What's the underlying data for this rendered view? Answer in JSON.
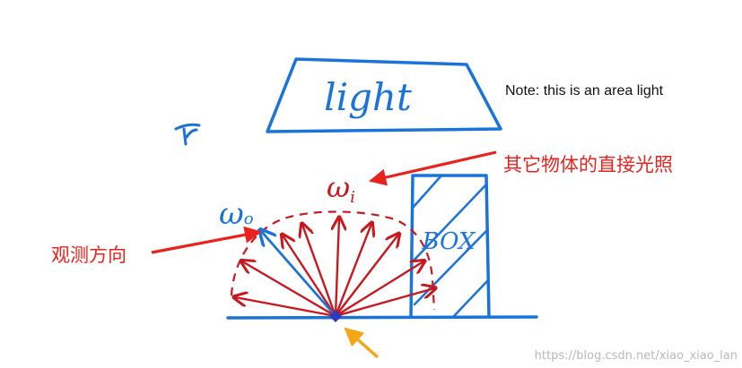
{
  "light_label": "light",
  "note": "Note: this is an area light",
  "indirect_label": "其它物体的直接光照",
  "view_label": "观测方向",
  "omega_o": "ω",
  "omega_o_sub": "o",
  "omega_i": "ω",
  "omega_i_sub": "i",
  "box_label": "BOX",
  "watermark": "https://blog.csdn.net/xiao_xiao_lan",
  "colors": {
    "blue": "#1a73d9",
    "red": "#c8181e",
    "annotation_red": "#e8231d",
    "orange": "#f5a614",
    "watermark": "#b8b8b8"
  }
}
